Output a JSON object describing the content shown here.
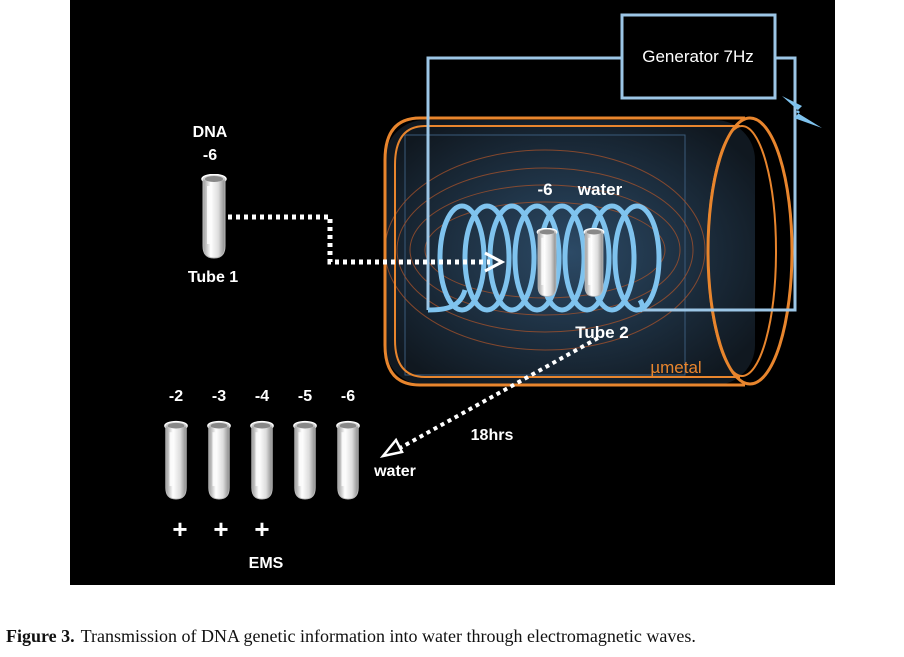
{
  "colors": {
    "background": "#000000",
    "shield": "#e8852d",
    "coil": "#7fc3ee",
    "circuit": "#9cc6e6",
    "white": "#ffffff"
  },
  "source": {
    "title": "DNA",
    "dilution": "-6",
    "tube_label": "Tube 1"
  },
  "generator": {
    "label": "Generator 7Hz"
  },
  "coil": {
    "dilution_label": "-6",
    "water_label": "water",
    "tube_label": "Tube 2"
  },
  "shield": {
    "label": "µmetal"
  },
  "transfer": {
    "time_label": "18hrs",
    "target_label": "water"
  },
  "result_tubes": [
    {
      "dilution": "-2",
      "sign": "+"
    },
    {
      "dilution": "-3",
      "sign": "+"
    },
    {
      "dilution": "-4",
      "sign": "+"
    },
    {
      "dilution": "-5",
      "sign": ""
    },
    {
      "dilution": "-6",
      "sign": ""
    }
  ],
  "ems_label": "EMS",
  "caption": {
    "label": "Figure 3.",
    "text": "Transmission of DNA genetic information into water through electromagnetic waves."
  },
  "icons": [
    "test-tube-icon",
    "coil-icon",
    "lightning-icon",
    "arrow-icon"
  ]
}
